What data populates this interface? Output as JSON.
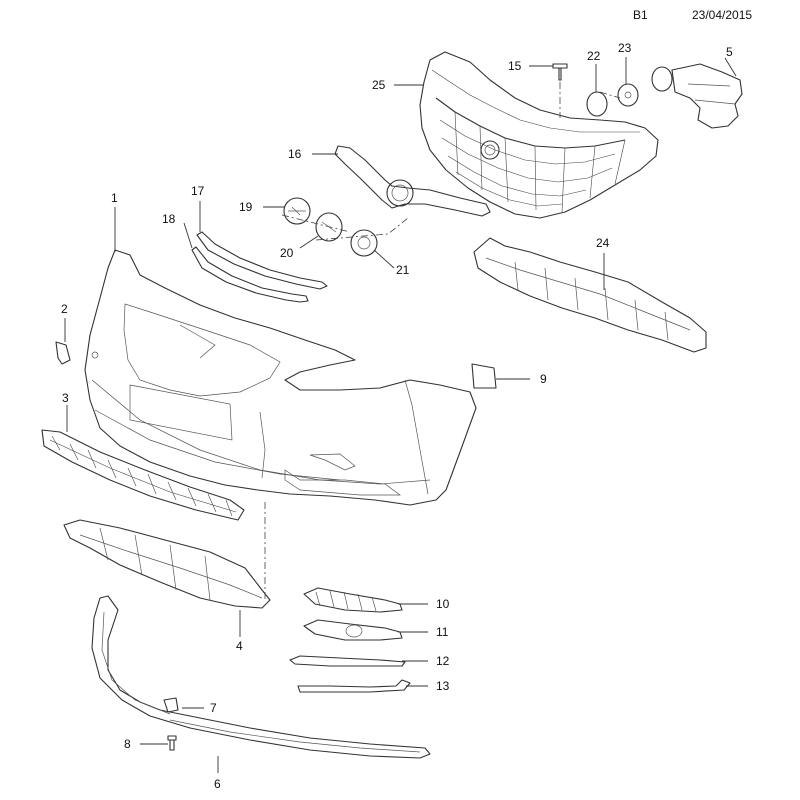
{
  "header": {
    "sheet": "B1",
    "date": "23/04/2015"
  },
  "callouts": [
    {
      "key": "p1",
      "text": "1"
    },
    {
      "key": "p2",
      "text": "2"
    },
    {
      "key": "p3",
      "text": "3"
    },
    {
      "key": "p4",
      "text": "4"
    },
    {
      "key": "p5",
      "text": "5"
    },
    {
      "key": "p6",
      "text": "6"
    },
    {
      "key": "p7",
      "text": "7"
    },
    {
      "key": "p8",
      "text": "8"
    },
    {
      "key": "p9",
      "text": "9"
    },
    {
      "key": "p10",
      "text": "10"
    },
    {
      "key": "p11",
      "text": "11"
    },
    {
      "key": "p12",
      "text": "12"
    },
    {
      "key": "p13",
      "text": "13"
    },
    {
      "key": "p15",
      "text": "15"
    },
    {
      "key": "p16",
      "text": "16"
    },
    {
      "key": "p17",
      "text": "17"
    },
    {
      "key": "p18",
      "text": "18"
    },
    {
      "key": "p19",
      "text": "19"
    },
    {
      "key": "p20",
      "text": "20"
    },
    {
      "key": "p21",
      "text": "21"
    },
    {
      "key": "p22",
      "text": "22"
    },
    {
      "key": "p23",
      "text": "23"
    },
    {
      "key": "p24",
      "text": "24"
    },
    {
      "key": "p25",
      "text": "25"
    }
  ]
}
